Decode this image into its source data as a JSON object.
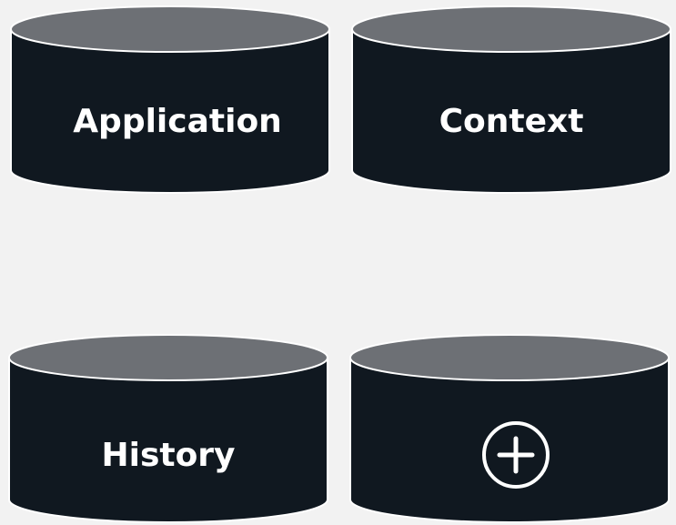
{
  "colors": {
    "background": "#f2f2f2",
    "cylinder_body": "#101820",
    "cylinder_top": "#6d7075",
    "outline": "#ffffff",
    "label": "#ffffff"
  },
  "cylinders": [
    {
      "label": "Application"
    },
    {
      "label": "Context"
    },
    {
      "label": "History"
    },
    {
      "label": "",
      "icon": "plus-circle-icon"
    }
  ]
}
